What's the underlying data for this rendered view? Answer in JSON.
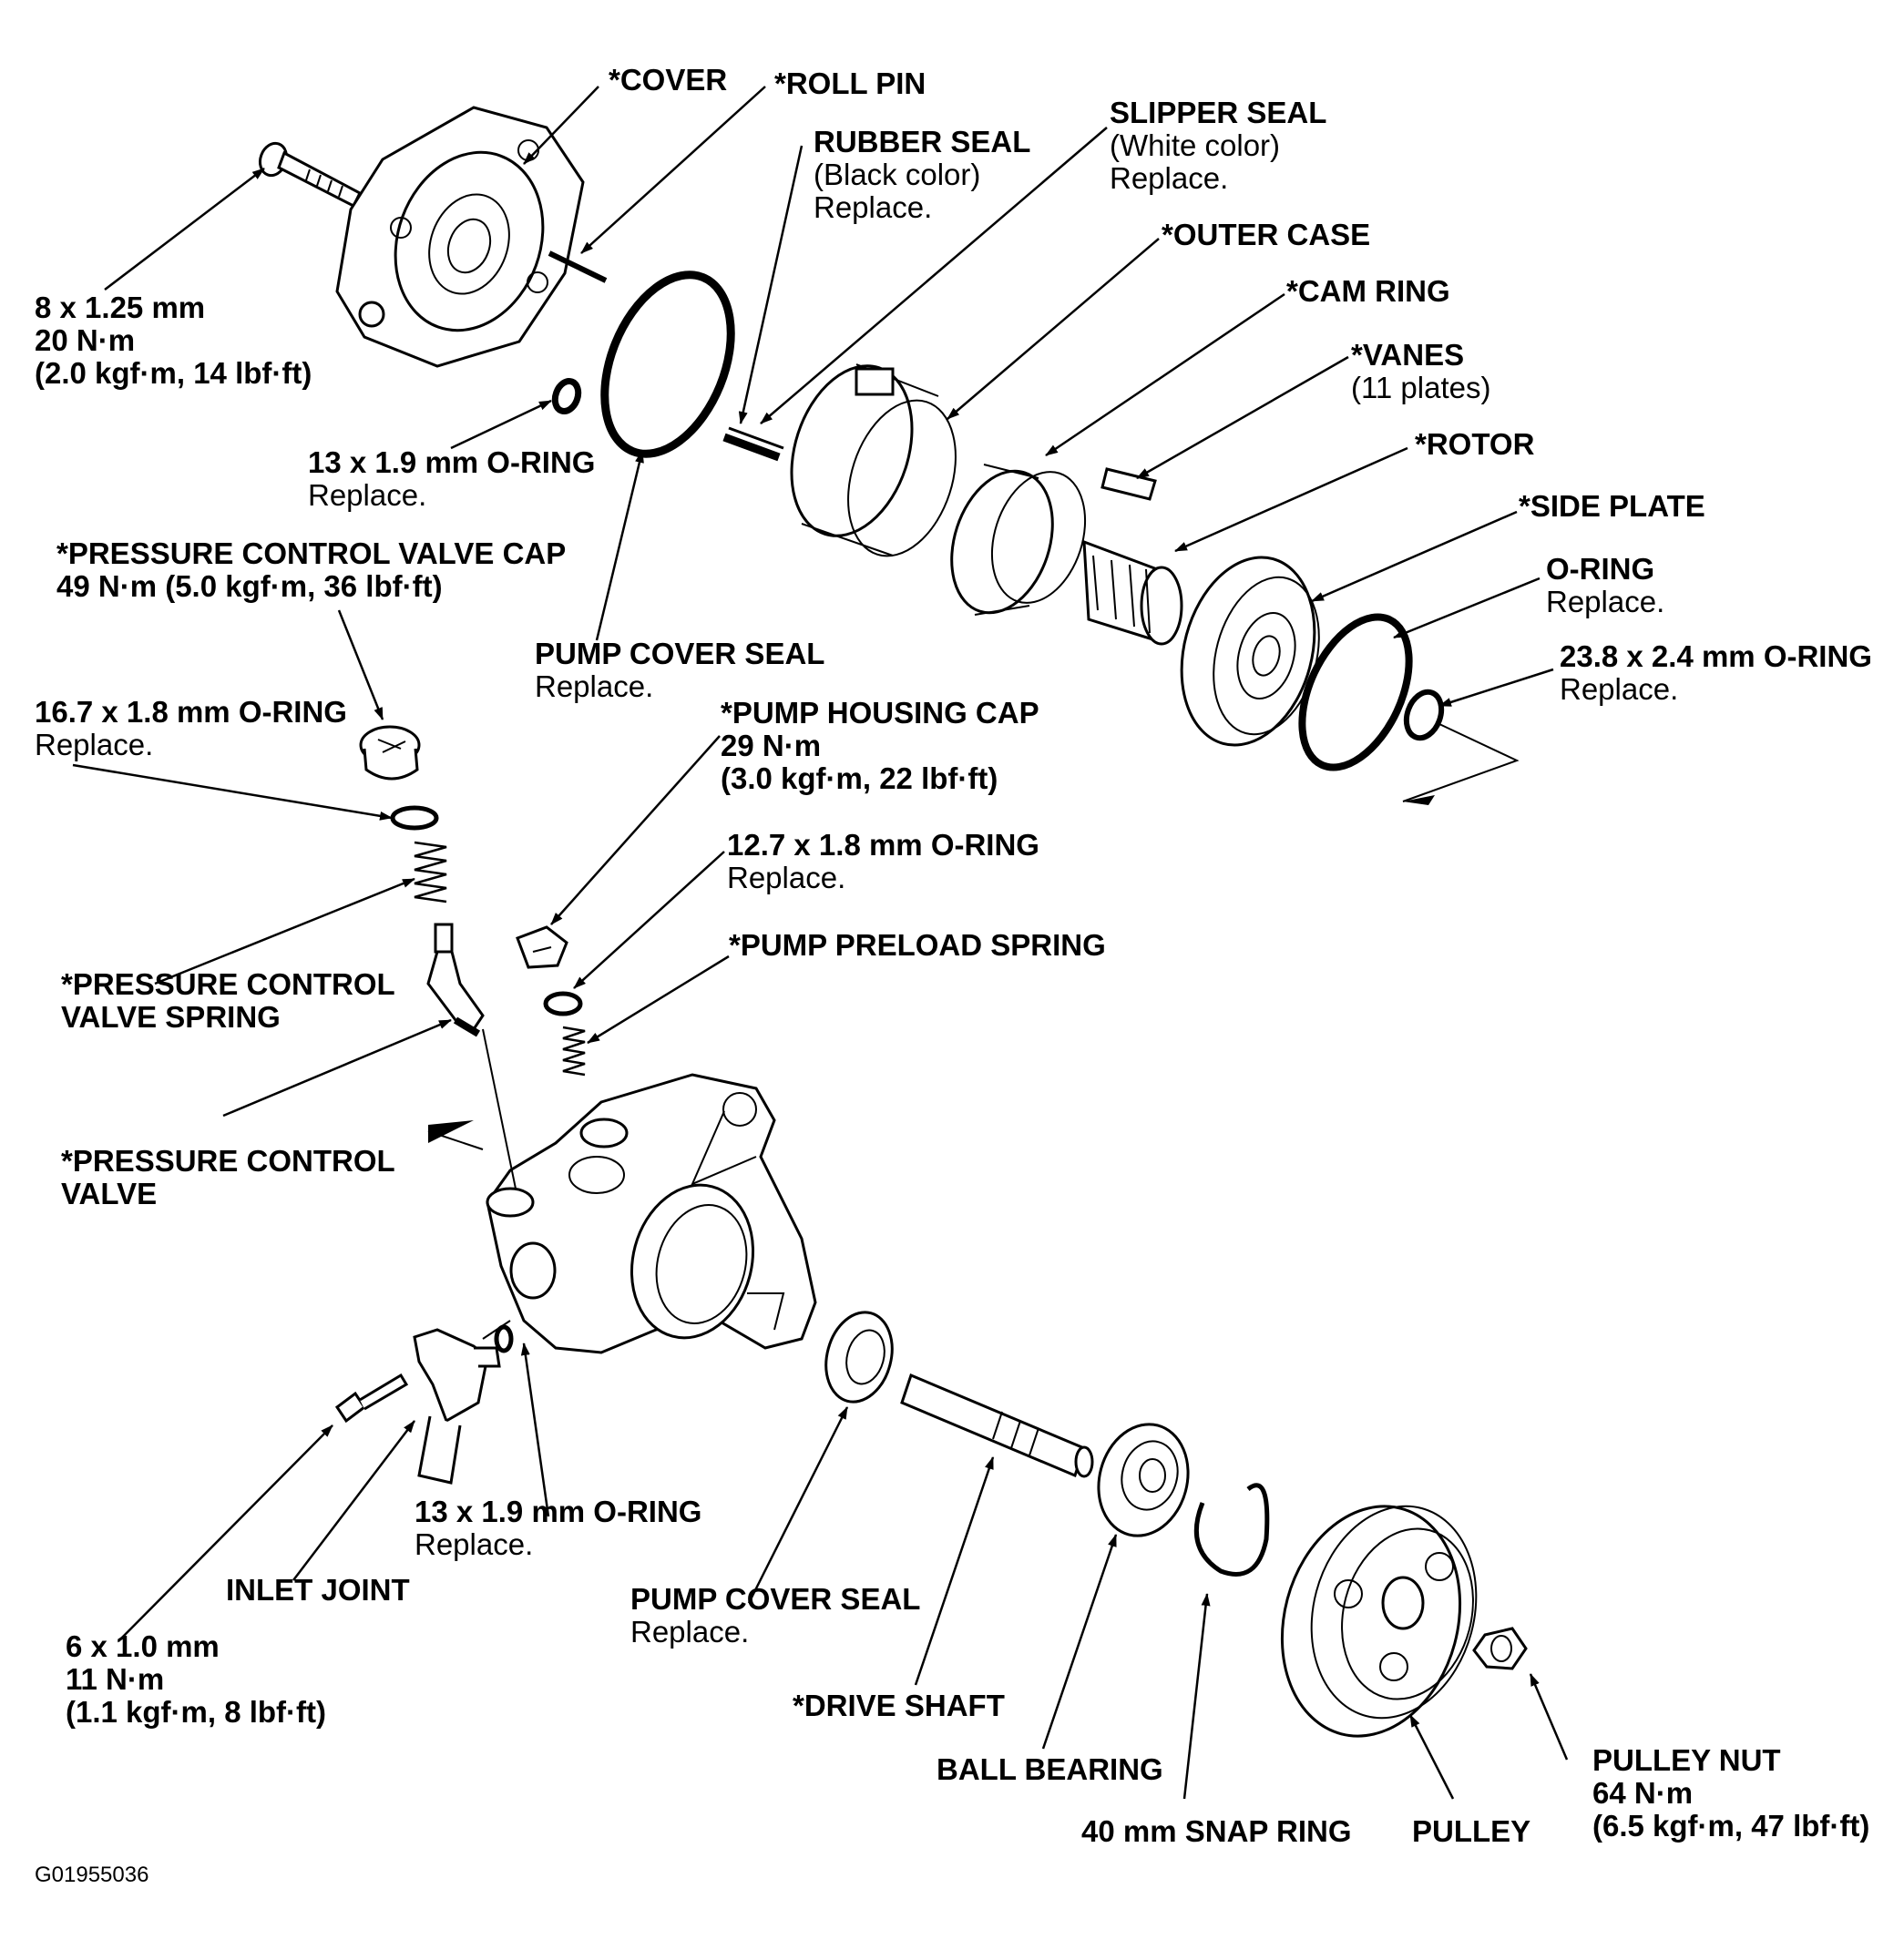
{
  "figure_id": "G01955036",
  "labels": {
    "cover": {
      "title": "*COVER"
    },
    "roll_pin": {
      "title": "*ROLL PIN"
    },
    "rubber_seal": {
      "title": "RUBBER SEAL",
      "sub": [
        "(Black color)",
        "Replace."
      ]
    },
    "slipper_seal": {
      "title": "SLIPPER SEAL",
      "sub": [
        "(White color)",
        "Replace."
      ]
    },
    "cover_bolt": {
      "title": [
        "8 x 1.25 mm",
        "20 N·m",
        "(2.0 kgf·m, 14 lbf·ft)"
      ]
    },
    "outer_case": {
      "title": "*OUTER CASE"
    },
    "cam_ring": {
      "title": "*CAM RING"
    },
    "vanes": {
      "title": "*VANES",
      "sub": [
        "(11 plates)"
      ]
    },
    "oring_13_top": {
      "title": "13 x 1.9 mm O-RING",
      "sub": [
        "Replace."
      ]
    },
    "rotor": {
      "title": "*ROTOR"
    },
    "side_plate": {
      "title": "*SIDE PLATE"
    },
    "pcv_cap": {
      "title": [
        "*PRESSURE CONTROL VALVE CAP",
        "49 N·m (5.0 kgf·m, 36 lbf·ft)"
      ]
    },
    "oring_side": {
      "title": "O-RING",
      "sub": [
        "Replace."
      ]
    },
    "pump_cover_seal_top": {
      "title": "PUMP COVER SEAL",
      "sub": [
        "Replace."
      ]
    },
    "oring_23": {
      "title": "23.8 x 2.4 mm O-RING",
      "sub": [
        "Replace."
      ]
    },
    "oring_16": {
      "title": "16.7 x 1.8 mm O-RING",
      "sub": [
        "Replace."
      ]
    },
    "pump_housing_cap": {
      "title": [
        "*PUMP HOUSING CAP",
        "29 N·m",
        "(3.0 kgf·m, 22 lbf·ft)"
      ]
    },
    "oring_12": {
      "title": "12.7 x 1.8 mm O-RING",
      "sub": [
        "Replace."
      ]
    },
    "pump_preload_spring": {
      "title": "*PUMP PRELOAD SPRING"
    },
    "pcv_spring": {
      "title": [
        "*PRESSURE CONTROL",
        "VALVE SPRING"
      ]
    },
    "pcv": {
      "title": [
        "*PRESSURE CONTROL",
        "VALVE"
      ]
    },
    "oring_13_bottom": {
      "title": "13 x 1.9 mm O-RING",
      "sub": [
        "Replace."
      ]
    },
    "inlet_joint": {
      "title": "INLET JOINT"
    },
    "pump_cover_seal_bottom": {
      "title": "PUMP COVER SEAL",
      "sub": [
        "Replace."
      ]
    },
    "inlet_bolt": {
      "title": [
        "6 x 1.0 mm",
        "11 N·m",
        "(1.1 kgf·m, 8 lbf·ft)"
      ]
    },
    "drive_shaft": {
      "title": "*DRIVE SHAFT"
    },
    "ball_bearing": {
      "title": "BALL BEARING"
    },
    "pulley_nut": {
      "title": [
        "PULLEY NUT",
        "64 N·m",
        "(6.5 kgf·m, 47 lbf·ft)"
      ]
    },
    "snap_ring": {
      "title": "40 mm SNAP RING"
    },
    "pulley": {
      "title": "PULLEY"
    }
  }
}
